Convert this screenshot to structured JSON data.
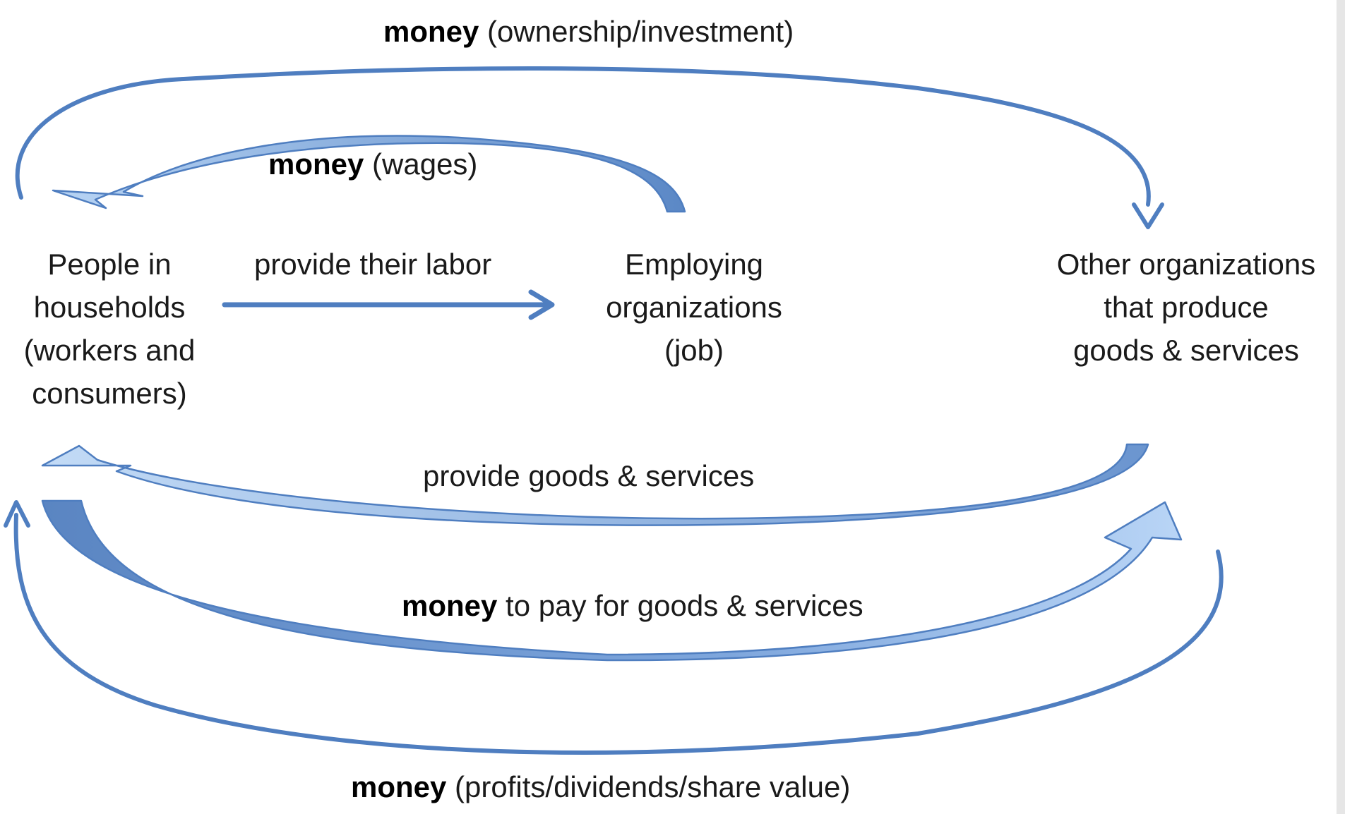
{
  "nodes": {
    "households": {
      "lines": [
        "People in",
        "households",
        "(workers and",
        "consumers)"
      ]
    },
    "employers": {
      "lines": [
        "Employing",
        "organizations",
        "(job)"
      ]
    },
    "producers": {
      "lines": [
        "Other organizations",
        "that produce",
        "goods & services"
      ]
    }
  },
  "edges": {
    "ownership": {
      "bold": "money",
      "rest": " (ownership/investment)"
    },
    "wages": {
      "bold": "money",
      "rest": " (wages)"
    },
    "labor": {
      "text": "provide their labor"
    },
    "goods": {
      "text": "provide goods & services"
    },
    "payment": {
      "bold": "money",
      "rest": " to pay for goods & services"
    },
    "profits": {
      "bold": "money",
      "rest": " (profits/dividends/share value)"
    }
  },
  "colors": {
    "arrow_stroke": "#4f7ec0",
    "arrow_fill_light": "#a9c8ef",
    "arrow_fill_dark": "#5a86c4"
  }
}
